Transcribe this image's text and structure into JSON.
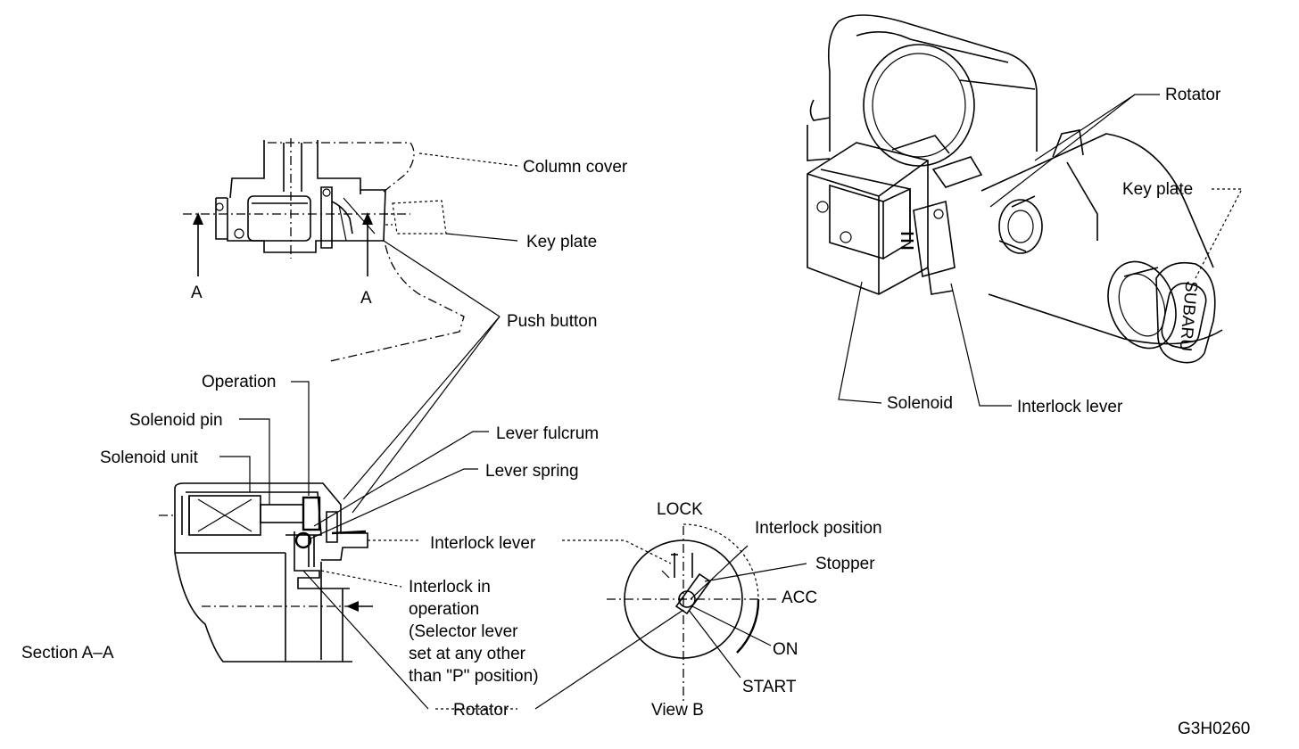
{
  "labels": {
    "column_cover": "Column cover",
    "key_plate_top": "Key plate",
    "a_left": "A",
    "a_right": "A",
    "push_button": "Push button",
    "operation": "Operation",
    "solenoid_pin": "Solenoid pin",
    "solenoid_unit": "Solenoid unit",
    "lever_fulcrum": "Lever fulcrum",
    "lever_spring": "Lever spring",
    "interlock_lever_sect": "Interlock lever",
    "interlock_in_op": [
      "Interlock in",
      "operation",
      "(Selector lever",
      "set at any other",
      "than \"P\" position)"
    ],
    "section_aa": "Section A–A",
    "rotator_bottom": "Rotator",
    "lock": "LOCK",
    "interlock_position": "Interlock position",
    "stopper": "Stopper",
    "acc": "ACC",
    "on": "ON",
    "start": "START",
    "view_b": "View B",
    "rotator_top": "Rotator",
    "key_plate_right": "Key plate",
    "solenoid": "Solenoid",
    "interlock_lever_right": "Interlock lever",
    "key_brand": "SUBARU",
    "figure_code": "G3H0260"
  }
}
